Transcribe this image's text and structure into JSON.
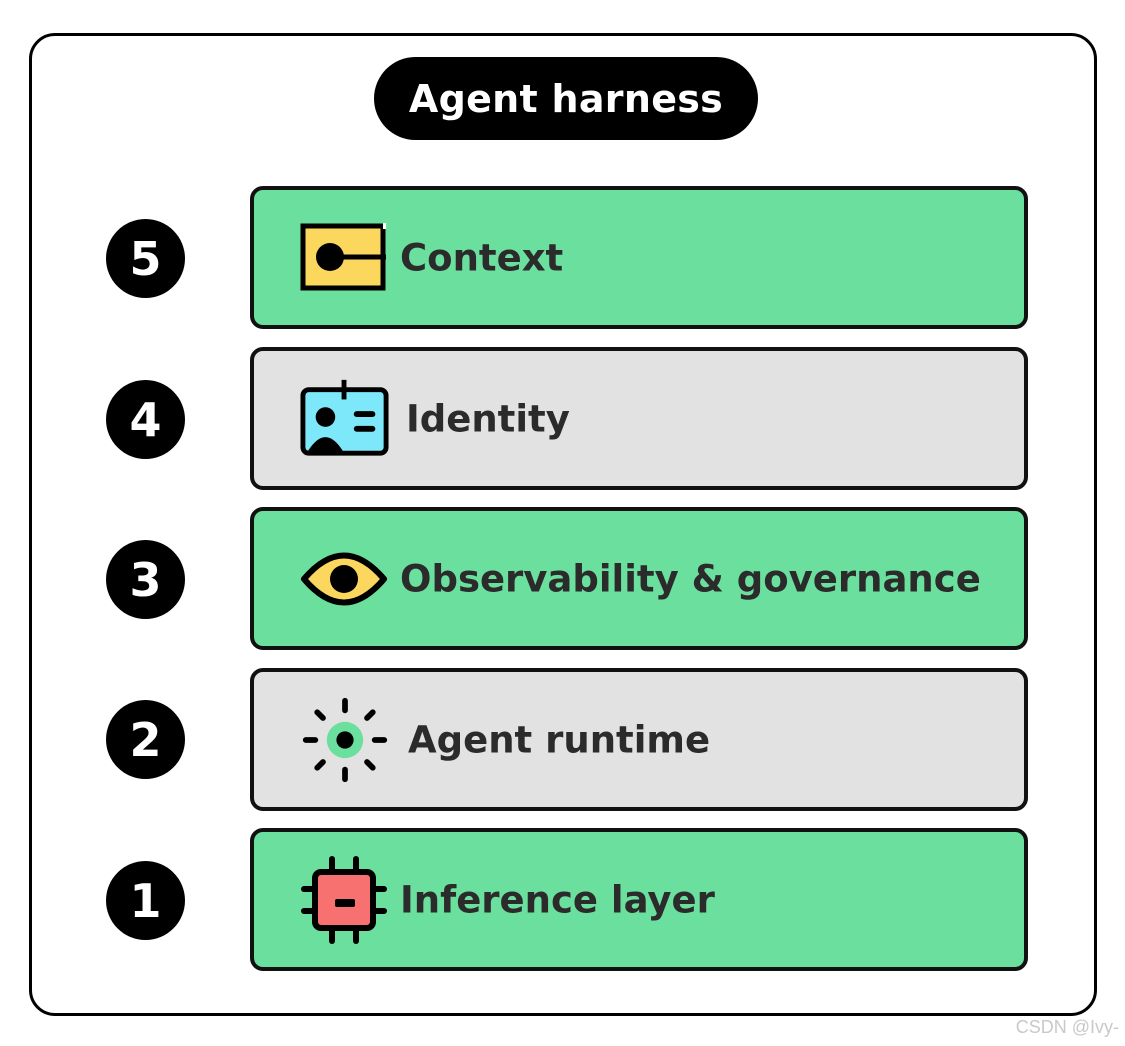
{
  "title": "Agent harness",
  "colors": {
    "green": "#6be09e",
    "gray": "#e2e2e2",
    "yellow": "#fcd75d",
    "cyan": "#7ee8fb",
    "red": "#f87171"
  },
  "layers": [
    {
      "number": "5",
      "label": "Context",
      "icon": "context-card-icon",
      "color": "#6be09e"
    },
    {
      "number": "4",
      "label": "Identity",
      "icon": "id-badge-icon",
      "color": "#e2e2e2"
    },
    {
      "number": "3",
      "label": "Observability & governance",
      "icon": "eye-icon",
      "color": "#6be09e"
    },
    {
      "number": "2",
      "label": "Agent runtime",
      "icon": "sun-icon",
      "color": "#e2e2e2"
    },
    {
      "number": "1",
      "label": "Inference layer",
      "icon": "chip-icon",
      "color": "#6be09e"
    }
  ],
  "watermark": "CSDN @Ivy-"
}
